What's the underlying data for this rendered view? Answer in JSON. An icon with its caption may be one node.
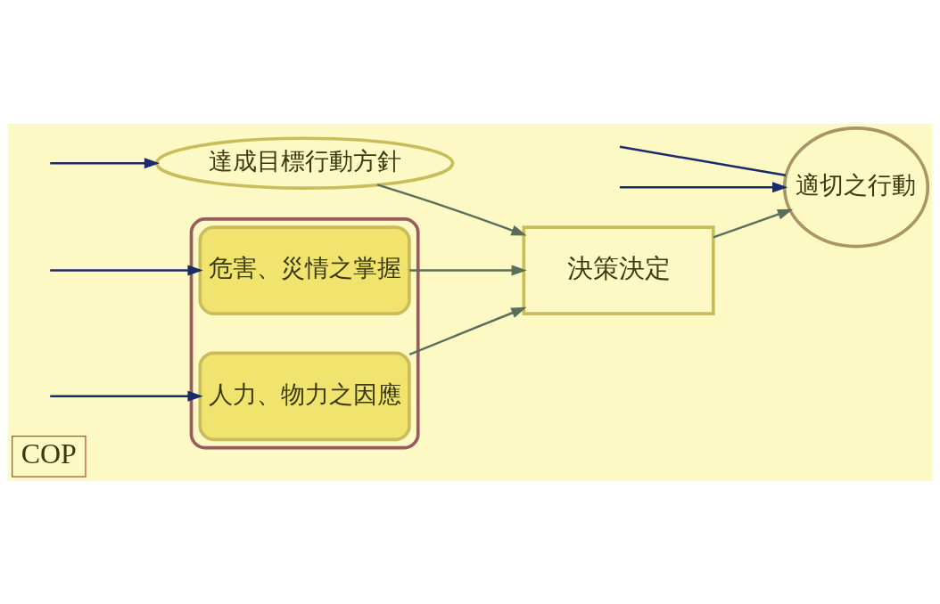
{
  "diagram": {
    "nodes": [
      {
        "text": [
          "COP"
        ]
      },
      {
        "text": [],
        "shape": "box"
      },
      {
        "text": [
          "危害、災情之掌握"
        ],
        "in": 1
      },
      {
        "text": [
          "人力、物力之因應"
        ],
        "in": 1
      },
      {
        "text": [
          "達成目標行動方針"
        ]
      },
      {
        "text": [
          "決策決定"
        ]
      },
      {
        "text": [
          "適切之行動"
        ]
      }
    ],
    "edges": [
      {
        "from": null,
        "to": 2,
        "arrow": "to"
      },
      {
        "from": null,
        "to": 3,
        "arrow": "to"
      },
      {
        "from": null,
        "to": 4,
        "arrow": "to"
      },
      {
        "from": 2,
        "to": 5,
        "arrow": "to",
        "color": "#5a6e5a"
      },
      {
        "from": 3,
        "to": 5,
        "arrow": "to",
        "color": "#5a6e5a"
      },
      {
        "from": 4,
        "to": 5,
        "arrow": "to",
        "color": "#5a6e5a"
      },
      {
        "from": 5,
        "to": 6,
        "arrow": "to",
        "color": "#5a6e5a"
      },
      {
        "from": null,
        "to": 6,
        "arrow": "none"
      },
      {
        "from": null,
        "to": 6,
        "arrow": "to"
      }
    ]
  }
}
